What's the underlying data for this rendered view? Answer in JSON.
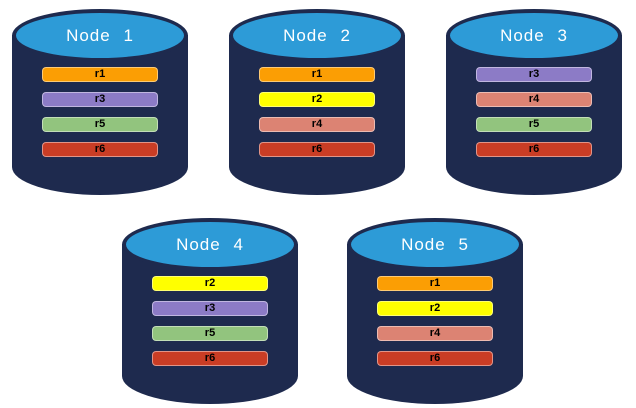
{
  "cylinder_style": {
    "body_color": "#1E2A4E",
    "top_color": "#2D9BD7",
    "title_color": "#FFFFFF",
    "bar_text_color": "#000000",
    "background_color": "#FFFFFF"
  },
  "replica_colors": {
    "r1": "#FB9E04",
    "r2": "#FFFF00",
    "r3": "#8C7BC6",
    "r4": "#DC8373",
    "r5": "#92C47E",
    "r6": "#CA3D25"
  },
  "nodes": [
    {
      "name": "Node 1",
      "partitions": [
        {
          "label": "r1",
          "color": "#FB9E04"
        },
        {
          "label": "r3",
          "color": "#8C7BC6"
        },
        {
          "label": "r5",
          "color": "#92C47E"
        },
        {
          "label": "r6",
          "color": "#CA3D25"
        }
      ]
    },
    {
      "name": "Node 2",
      "partitions": [
        {
          "label": "r1",
          "color": "#FB9E04"
        },
        {
          "label": "r2",
          "color": "#FFFF00"
        },
        {
          "label": "r4",
          "color": "#DC8373"
        },
        {
          "label": "r6",
          "color": "#CA3D25"
        }
      ]
    },
    {
      "name": "Node 3",
      "partitions": [
        {
          "label": "r3",
          "color": "#8C7BC6"
        },
        {
          "label": "r4",
          "color": "#DC8373"
        },
        {
          "label": "r5",
          "color": "#92C47E"
        },
        {
          "label": "r6",
          "color": "#CA3D25"
        }
      ]
    },
    {
      "name": "Node 4",
      "partitions": [
        {
          "label": "r2",
          "color": "#FFFF00"
        },
        {
          "label": "r3",
          "color": "#8C7BC6"
        },
        {
          "label": "r5",
          "color": "#92C47E"
        },
        {
          "label": "r6",
          "color": "#CA3D25"
        }
      ]
    },
    {
      "name": "Node 5",
      "partitions": [
        {
          "label": "r1",
          "color": "#FB9E04"
        },
        {
          "label": "r2",
          "color": "#FFFF00"
        },
        {
          "label": "r4",
          "color": "#DC8373"
        },
        {
          "label": "r6",
          "color": "#CA3D25"
        }
      ]
    }
  ]
}
